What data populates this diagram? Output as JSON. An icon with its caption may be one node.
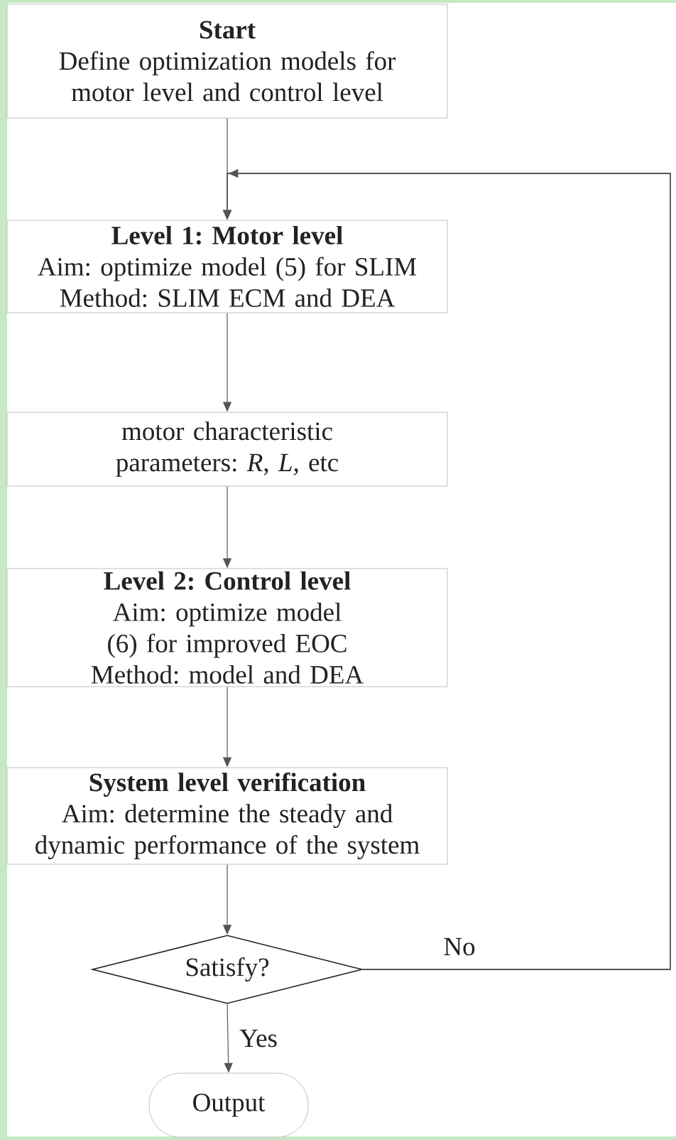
{
  "diagram": {
    "nodes": [
      {
        "text": [
          "Start",
          "Define optimization models for motor level and control level"
        ]
      },
      {
        "text": [
          "Level 1: Motor level",
          "Aim: optimize model (5) for SLIM",
          "Method: SLIM ECM and DEA"
        ]
      },
      {
        "text": [
          "motor characteristic parameters: *R*, *L,* etc"
        ]
      },
      {
        "text": [
          "Level 2: Control level",
          "Aim: optimize model (6) for improved EOC",
          "Method: model and DEA"
        ]
      },
      {
        "text": [
          "System level verification",
          "Aim: determine the steady and dynamic performance of the system"
        ]
      },
      {
        "text": [
          "Satisfy?"
        ]
      },
      {
        "text": [
          "Output"
        ]
      }
    ],
    "edges": [
      {
        "from": 0,
        "to": 1,
        "arrow": "to"
      },
      {
        "from": 1,
        "to": 2,
        "arrow": "to"
      },
      {
        "from": 2,
        "to": 3,
        "arrow": "to"
      },
      {
        "from": 3,
        "to": 4,
        "arrow": "to"
      },
      {
        "from": 4,
        "to": 5,
        "arrow": "to"
      },
      {
        "from": 5,
        "to": 1,
        "arrow": "to",
        "label": "No"
      },
      {
        "from": 5,
        "to": 6,
        "arrow": "to",
        "label": "Yes"
      }
    ]
  }
}
